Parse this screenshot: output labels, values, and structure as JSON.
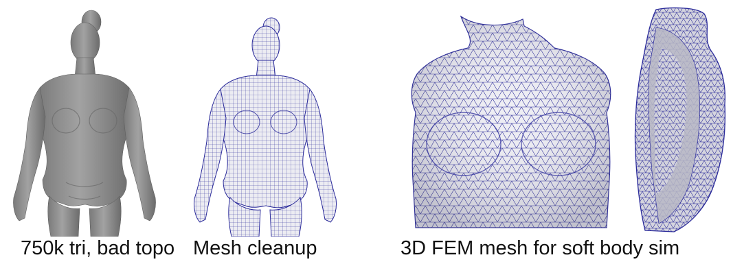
{
  "figure": {
    "panels": [
      {
        "caption": "750k tri, bad topo"
      },
      {
        "caption": "Mesh cleanup"
      },
      {
        "caption": "3D FEM mesh for soft body sim"
      }
    ],
    "colors": {
      "raw_scan_fill": "#8e8e8e",
      "mesh_fill": "#ececf2",
      "mesh_line": "#2a2a9a",
      "interior_fill": "#c8c8d2"
    }
  }
}
